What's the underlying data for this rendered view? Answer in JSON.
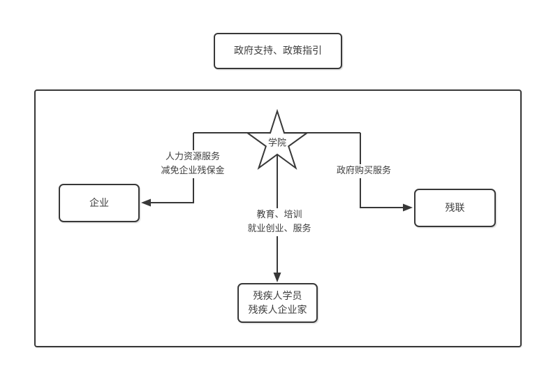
{
  "page": {
    "background_color": "#ffffff"
  },
  "diagram": {
    "type": "flowchart",
    "stroke_color": "#383838",
    "text_color": "#3d3d3d",
    "top_box": {
      "label": "政府支持、政策指引"
    },
    "star": {
      "label": "学院"
    },
    "boxes": {
      "enterprise": {
        "label": "企业"
      },
      "federation": {
        "label": "残联"
      },
      "trainees": {
        "line1": "残疾人学员",
        "line2": "残疾人企业家"
      }
    },
    "edge_labels": {
      "left": {
        "line1": "人力资源服务",
        "line2": "减免企业残保金"
      },
      "right": {
        "label": "政府购买服务"
      },
      "middle": {
        "line1": "教育、培训",
        "line2": "就业创业、服务"
      }
    }
  }
}
